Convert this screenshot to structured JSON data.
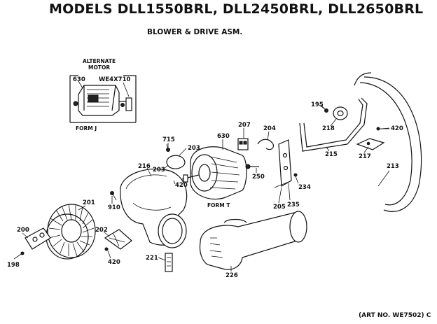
{
  "title": "MODELS DLL1550BRL, DLL2450BRL, DLL2650BRL",
  "subtitle": "BLOWER & DRIVE ASM.",
  "art_number": "(ART NO. WE7502) C",
  "inset": {
    "heading_line1": "ALTERNATE",
    "heading_line2": "MOTOR",
    "part_number": "WE4X710",
    "form_label": "FORM J",
    "motor_ref": "630"
  },
  "form_t_label": "FORM T",
  "callouts": {
    "c630": "630",
    "c195": "195",
    "c218": "218",
    "c420a": "420",
    "c207": "207",
    "c204": "204",
    "c715": "715",
    "c203a": "203",
    "c203b": "203",
    "c216": "216",
    "c420b": "420",
    "c250": "250",
    "c215": "215",
    "c217": "217",
    "c213": "213",
    "c234": "234",
    "c201": "201",
    "c910": "910",
    "c205": "205",
    "c235": "235",
    "c200": "200",
    "c202": "202",
    "c226": "226",
    "c420c": "420",
    "c198": "198",
    "c221": "221"
  }
}
